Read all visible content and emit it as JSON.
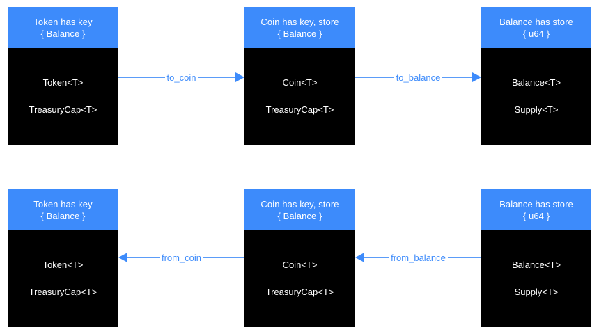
{
  "diagram": {
    "title": "Token / Coin / Balance conversion diagram",
    "colors": {
      "background": "#ffffff",
      "header_blue": "#3d8bfb",
      "body_black": "#000000",
      "header_text": "#ffffff",
      "body_text": "#ffffff",
      "edge_line": "#5b9cf8",
      "edge_label_text": "#3d8bfb"
    },
    "rows": [
      {
        "name": "to-row",
        "direction": "right",
        "nodes": [
          {
            "id": "token-top",
            "header_line1": "Token has key",
            "header_line2": "{ Balance }",
            "body_line1": "Token<T>",
            "body_line2": "TreasuryCap<T>"
          },
          {
            "id": "coin-top",
            "header_line1": "Coin has key, store",
            "header_line2": "{ Balance }",
            "body_line1": "Coin<T>",
            "body_line2": "TreasuryCap<T>"
          },
          {
            "id": "balance-top",
            "header_line1": "Balance has store",
            "header_line2": "{ u64 }",
            "body_line1": "Balance<T>",
            "body_line2": "Supply<T>"
          }
        ],
        "edges": [
          {
            "id": "to-coin",
            "label": "to_coin"
          },
          {
            "id": "to-balance",
            "label": "to_balance"
          }
        ]
      },
      {
        "name": "from-row",
        "direction": "left",
        "nodes": [
          {
            "id": "token-bottom",
            "header_line1": "Token has key",
            "header_line2": "{ Balance }",
            "body_line1": "Token<T>",
            "body_line2": "TreasuryCap<T>"
          },
          {
            "id": "coin-bottom",
            "header_line1": "Coin has key, store",
            "header_line2": "{ Balance }",
            "body_line1": "Coin<T>",
            "body_line2": "TreasuryCap<T>"
          },
          {
            "id": "balance-bottom",
            "header_line1": "Balance has store",
            "header_line2": "{ u64 }",
            "body_line1": "Balance<T>",
            "body_line2": "Supply<T>"
          }
        ],
        "edges": [
          {
            "id": "from-coin",
            "label": "from_coin"
          },
          {
            "id": "from-balance",
            "label": "from_balance"
          }
        ]
      }
    ]
  }
}
